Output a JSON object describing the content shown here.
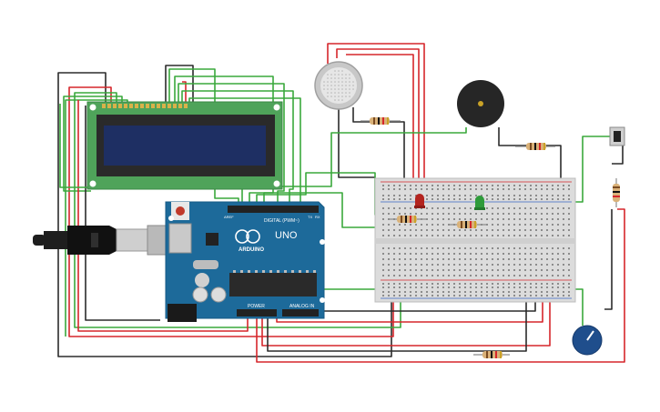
{
  "arduino": {
    "brand_label": "ARDUINO",
    "model_label": "UNO",
    "digital_label": "DIGITAL (PWM~)",
    "analog_label": "ANALOG IN",
    "power_label": "POWER",
    "aref_label": "AREF",
    "gnd_label": "GND",
    "tx_label": "TX",
    "rx_label": "RX"
  },
  "colors": {
    "wire_red": "#d6262b",
    "wire_green": "#3aa83c",
    "wire_black": "#2b2b2b",
    "board_blue": "#1d6a9a",
    "lcd_pcb": "#4fa35a",
    "lcd_screen": "#1e2f63",
    "led_red": "#b3241f",
    "led_green": "#2e9b3a",
    "breadboard": "#dcdcdc",
    "potentiometer": "#1f4e8c"
  }
}
